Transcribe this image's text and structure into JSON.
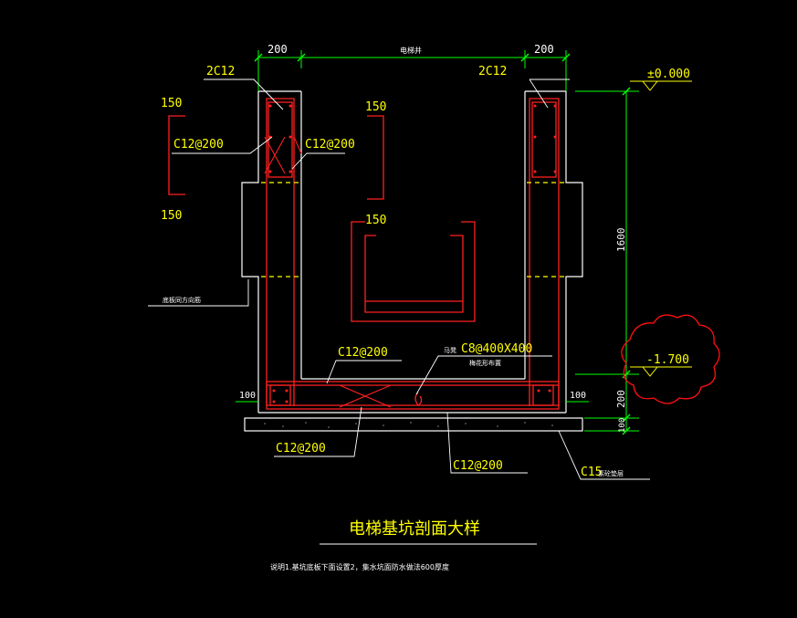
{
  "colors": {
    "background": "#000000",
    "outline": "#ffffff",
    "rebar": "#ff2020",
    "dimension": "#00ff00",
    "label": "#ffff00",
    "leader": "#ffffff",
    "cloud": "#ff1010",
    "grade": "#ffff00"
  },
  "dims": {
    "top_left": "200",
    "top_mid": "电梯井",
    "top_right": "200",
    "right_total": "1600",
    "right_slab": "200",
    "right_base": "100",
    "left_bottom": "100",
    "right_bottom": "100"
  },
  "elevations": {
    "top": "±0.000",
    "bottom": "-1.700"
  },
  "labels": {
    "rebar_left_top": "2C12",
    "rebar_right_top": "2C12",
    "stirrup_left": "C12@200",
    "stirrup_mid": "C12@200",
    "dim_150_a": "150",
    "dim_150_b": "150",
    "dim_150_c": "150",
    "dim_150_d": "150",
    "slab_top": "C12@200",
    "slab_bottom": "C12@200",
    "slab_bottom2": "C12@200",
    "bar_chair": "C8@400X400",
    "bar_chair_prefix": "马凳",
    "bar_chair_note": "梅花形布置",
    "concrete_base": "C15",
    "concrete_base_note": "素砼垫层",
    "side_note": "底板同方向筋"
  },
  "title": "电梯基坑剖面大样",
  "note": "说明1.基坑底板下面设置2，集水坑面防水做法600厚度"
}
